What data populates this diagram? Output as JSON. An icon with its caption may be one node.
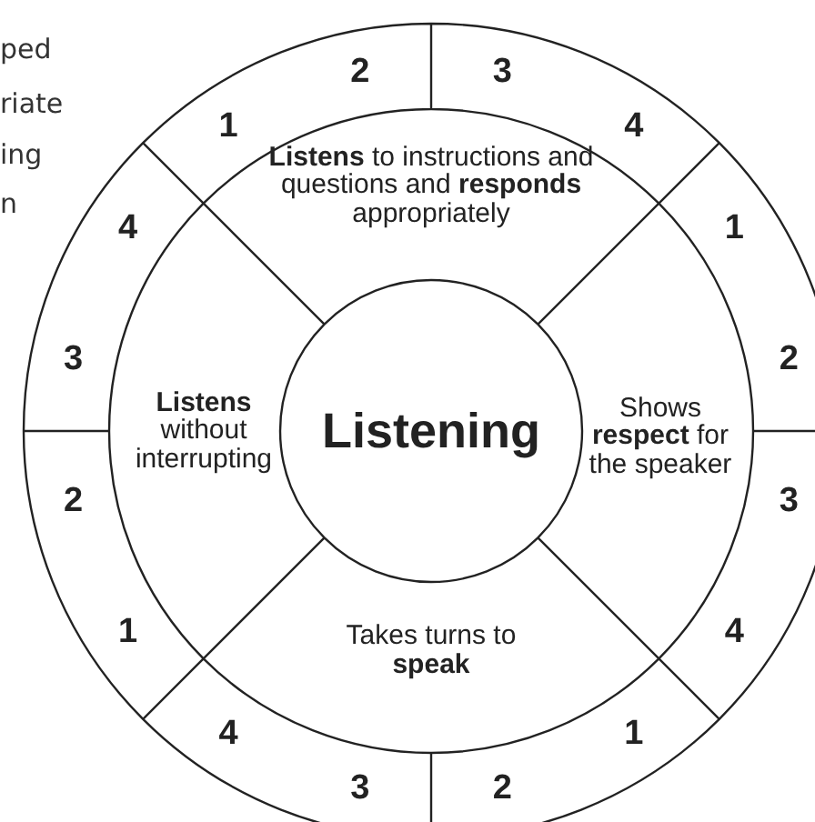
{
  "diagram": {
    "nodes": [
      {
        "text": [
          "**Listens** to instructions and questions and **responds** appropriately"
        ]
      },
      {
        "text": [
          "Shows **respect** for the speaker"
        ]
      },
      {
        "text": [
          "Takes turns to **speak**"
        ]
      },
      {
        "text": [
          "**Listens** without interrupting"
        ]
      },
      {
        "text": [
          "Listening"
        ]
      },
      {
        "text": [
          "1"
        ]
      },
      {
        "text": [
          "2"
        ]
      },
      {
        "text": [
          "3"
        ]
      },
      {
        "text": [
          "4"
        ]
      },
      {
        "text": [
          "1"
        ]
      },
      {
        "text": [
          "2"
        ]
      },
      {
        "text": [
          "3"
        ]
      },
      {
        "text": [
          "4"
        ]
      },
      {
        "text": [
          "1"
        ]
      },
      {
        "text": [
          "2"
        ]
      },
      {
        "text": [
          "3"
        ]
      },
      {
        "text": [
          "4"
        ]
      },
      {
        "text": [
          "1"
        ]
      },
      {
        "text": [
          "2"
        ]
      },
      {
        "text": [
          "3"
        ]
      },
      {
        "text": [
          "4"
        ]
      }
    ],
    "labels": [
      "ped",
      "riate",
      "ing",
      "n"
    ]
  }
}
